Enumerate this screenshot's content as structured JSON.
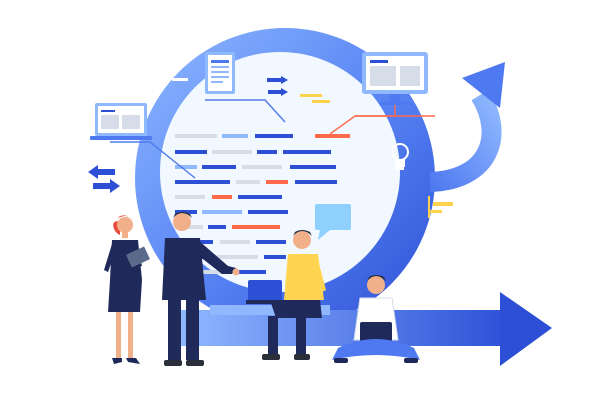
{
  "illustration": {
    "palette": {
      "background": "#ffffff",
      "blue_dark": "#2d4fd6",
      "blue_mid": "#4f79f0",
      "blue_light": "#8fb8ff",
      "blue_pale": "#eaf4ff",
      "orange": "#ff6a4d",
      "yellow": "#ffd24d",
      "navy": "#1f2a5a",
      "skin": "#f1b08a",
      "hair_red": "#e74b3c",
      "hair_dark": "#2a2f3a",
      "hoodie_yellow": "#ffd451",
      "shirt_white": "#ffffff"
    },
    "icons": [
      "laptop-monitor-icon",
      "document-card-icon",
      "desktop-monitor-icon",
      "lightbulb-icon",
      "arrows-left-right-icon",
      "chat-bubble-icon",
      "curved-arrow-icon",
      "big-forward-arrow-icon",
      "flag-icon"
    ],
    "people": [
      "woman-with-tablet",
      "man-in-suit-pointing",
      "man-sitting-with-laptop",
      "man-cross-legged-with-laptop"
    ]
  }
}
